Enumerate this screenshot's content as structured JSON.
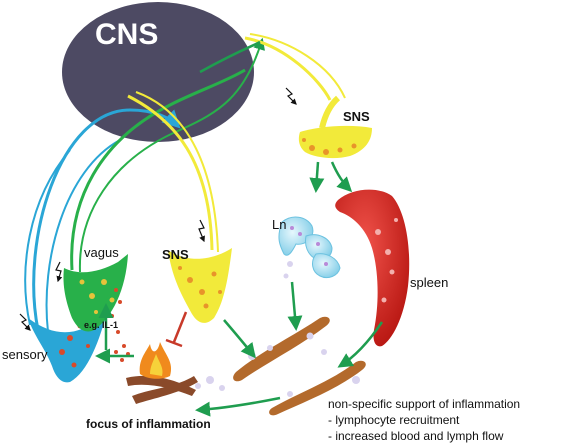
{
  "labels": {
    "cns": "CNS",
    "sns_top": "SNS",
    "sns_left": "SNS",
    "ln": "Ln",
    "spleen": "spleen",
    "vagus": "vagus",
    "sensory": "sensory",
    "il1": "e.g. IL-1",
    "focus": "focus of inflammation",
    "support_title": "non-specific support of inflammation",
    "support_item_1": "- lymphocyte recruitment",
    "support_item_2": "- increased blood and lymph flow"
  },
  "colors": {
    "cns_fill": "#4d4a63",
    "sns_yellow": "#f2ea3a",
    "vagus_green": "#28b04a",
    "sensory_blue": "#2aa6d6",
    "arrow_green": "#1f9d4f",
    "spleen_red": "#d8261f",
    "lymph_cyan": "#8fd6ee",
    "vessel_brown": "#b36a2c",
    "inhibit_red": "#c83a2a",
    "fire_orange": "#f08a1d"
  }
}
